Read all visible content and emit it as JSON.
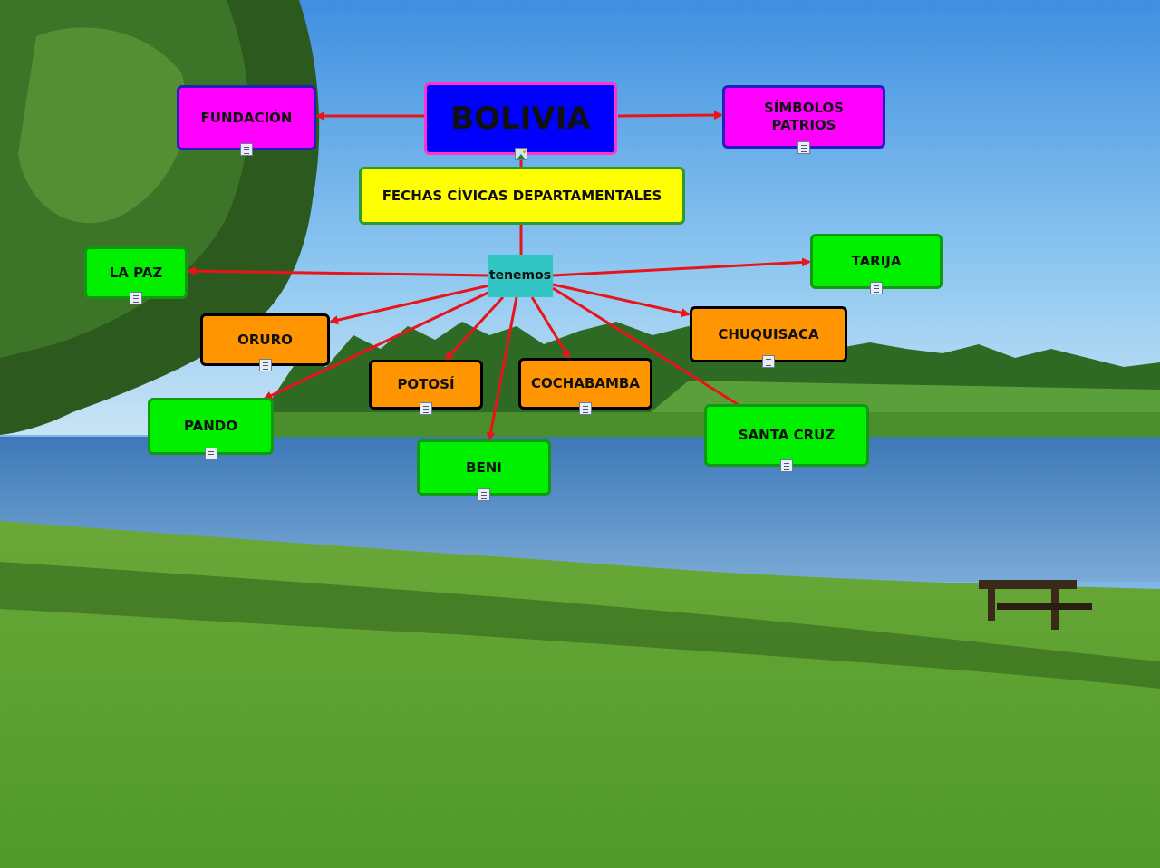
{
  "map": {
    "root": "BOLIVIA",
    "fundacion": "FUNDACIÓN",
    "simbolos": "SÍMBOLOS PATRIOS",
    "fechas": "FECHAS CÍVICAS DEPARTAMENTALES",
    "tenemos": "tenemos",
    "departments": {
      "la_paz": "LA PAZ",
      "oruro": "ORURO",
      "pando": "PANDO",
      "potosi": "POTOSÍ",
      "cochabamba": "COCHABAMBA",
      "beni": "BENI",
      "chuquisaca": "CHUQUISACA",
      "santa_cruz": "SANTA CRUZ",
      "tarija": "TARIJA"
    }
  },
  "colors": {
    "arrow": "#e8141a",
    "connector": "#e8141a",
    "department_green": "#00f000",
    "department_orange": "#ff9500",
    "root_fill": "#0000ff",
    "branch_magenta": "#ff00ff",
    "fechas_yellow": "#ffff00",
    "tenemos_teal": "#33c4c4"
  },
  "icons": {
    "node_note": "document-note-icon",
    "root_image": "image-icon"
  }
}
